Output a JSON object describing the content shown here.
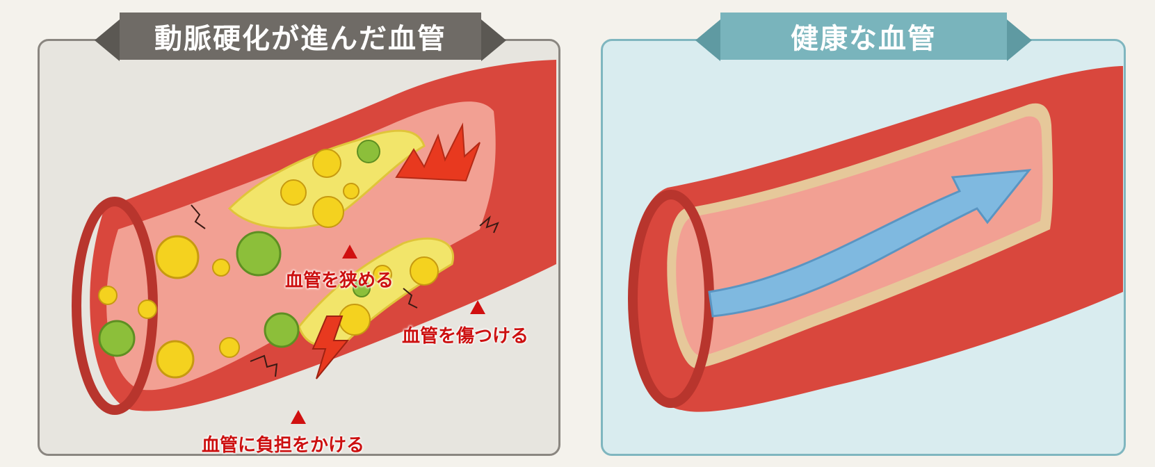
{
  "left": {
    "title": "動脈硬化が進んだ血管",
    "annotations": {
      "narrow": "血管を狭める",
      "damage": "血管を傷つける",
      "burden": "血管に負担をかける"
    }
  },
  "right": {
    "title": "健康な血管"
  },
  "colors": {
    "vessel_outer": "#d9473d",
    "vessel_inner": "#f2a093",
    "plaque": "#f2e56a",
    "annotation_red": "#cc1010",
    "flow_arrow": "#7fb9e0"
  }
}
